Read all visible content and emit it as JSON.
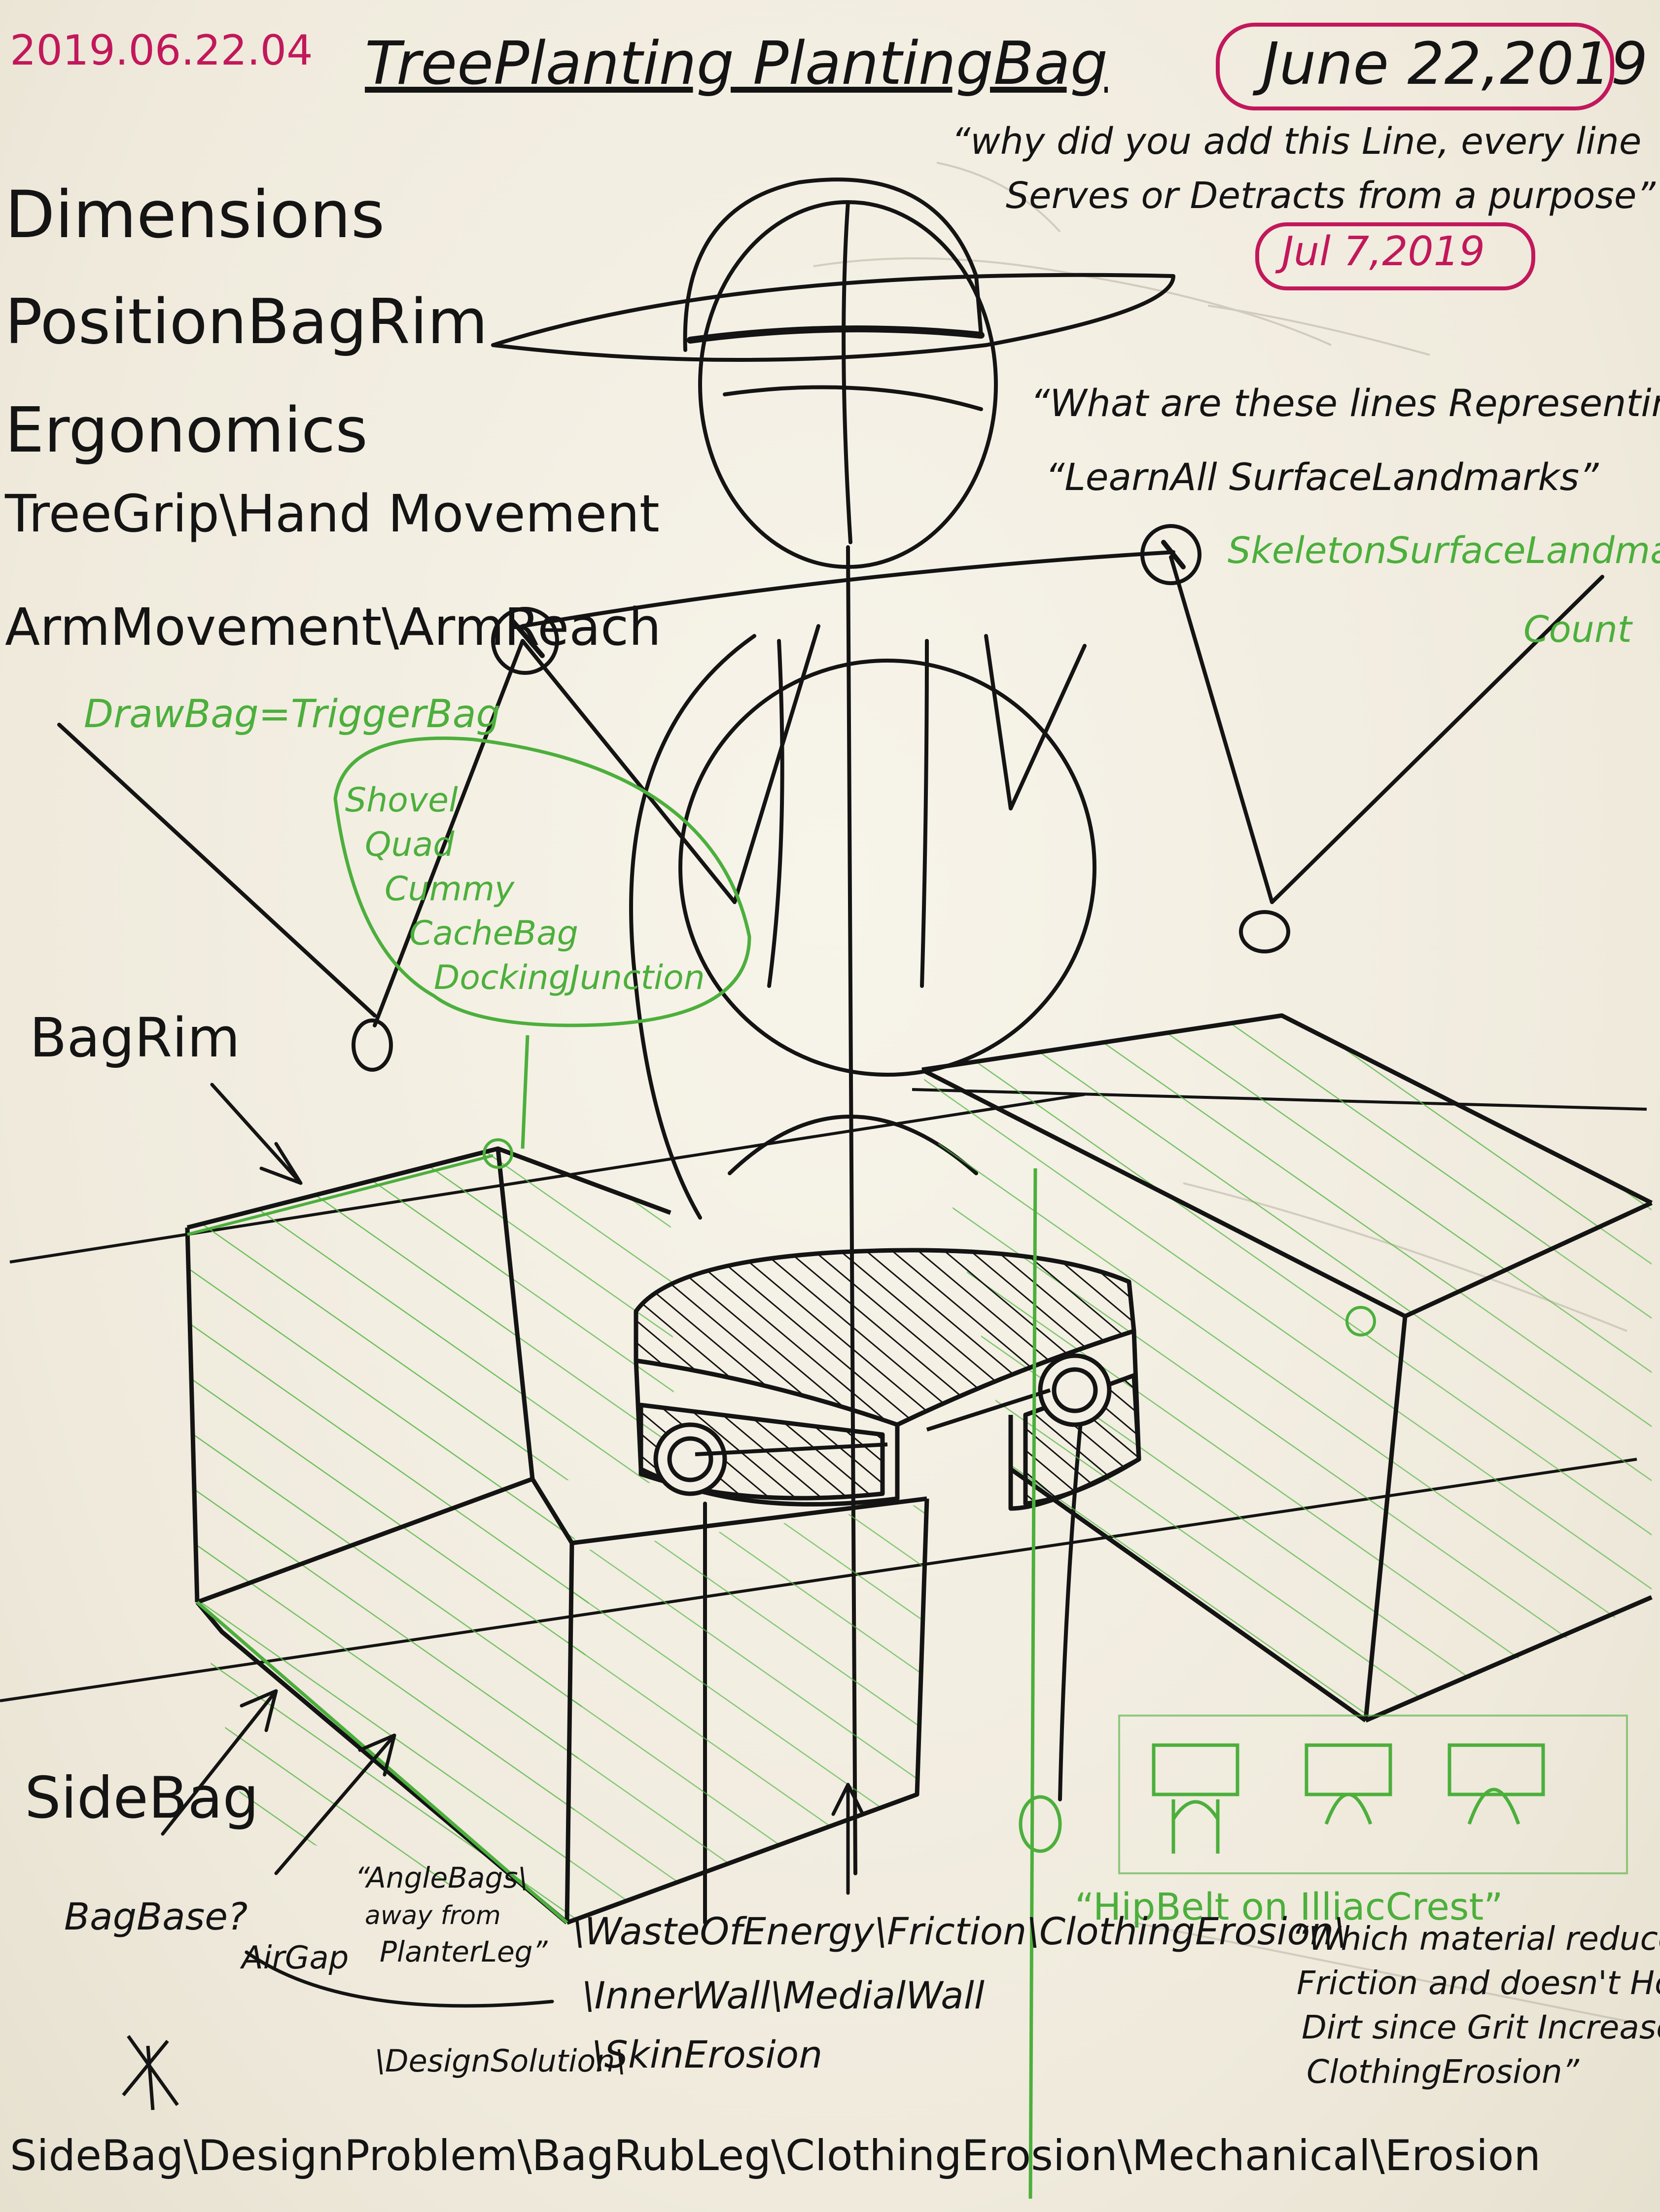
{
  "header": {
    "date_code": "2019.06.22.04",
    "title": "TreePlanting PlantingBag",
    "date_stamp": "June 22,2019",
    "quote_line_1": "“why did you add this Line, every line",
    "quote_line_2": "Serves or Detracts from a purpose”",
    "date_stamp_2": "Jul 7,2019"
  },
  "topics": [
    "Dimensions",
    "PositionBagRim",
    "Ergonomics",
    "TreeGrip\\Hand Movement",
    "ArmMovement\\ArmReach"
  ],
  "green_notes": {
    "trigger": "DrawBag=TriggerBag",
    "bubble": [
      "Shovel",
      "Quad",
      "Cummy",
      "CacheBag",
      "DockingJunction"
    ],
    "skeleton_1": "SkeletonSurfaceLandmark",
    "skeleton_2": "Count",
    "hip_belt": "“HipBelt on IlliacCrest”"
  },
  "questions": {
    "lines_q": "“What are these lines Representing?”",
    "lines_a": "“LearnAll SurfaceLandmarks”"
  },
  "labels": {
    "bag_rim": "BagRim",
    "side_bag": "SideBag",
    "bag_base": "BagBase?",
    "air_gap": "AirGap",
    "angle_bags_1": "“AngleBags\\",
    "angle_bags_2": "away from",
    "angle_bags_3": "PlanterLeg”",
    "design_solution": "\\DesignSolution\\",
    "waste_line": "\\WasteOfEnergy\\Friction\\ClothingErosion\\",
    "inner_wall": "\\InnerWall\\MedialWall",
    "skin_erosion": "\\SkinErosion",
    "material_q_1": "“Which material reduces",
    "material_q_2": "Friction and doesn't Hold",
    "material_q_3": "Dirt since Grit Increases",
    "material_q_4": "ClothingErosion”",
    "bottom_line": "SideBag\\DesignProblem\\BagRubLeg\\ClothingErosion\\Mechanical\\Erosion"
  },
  "colors": {
    "ink": "#141414",
    "green": "#4caf3c",
    "magenta": "#c2185b",
    "paper": "#f3efe4"
  }
}
